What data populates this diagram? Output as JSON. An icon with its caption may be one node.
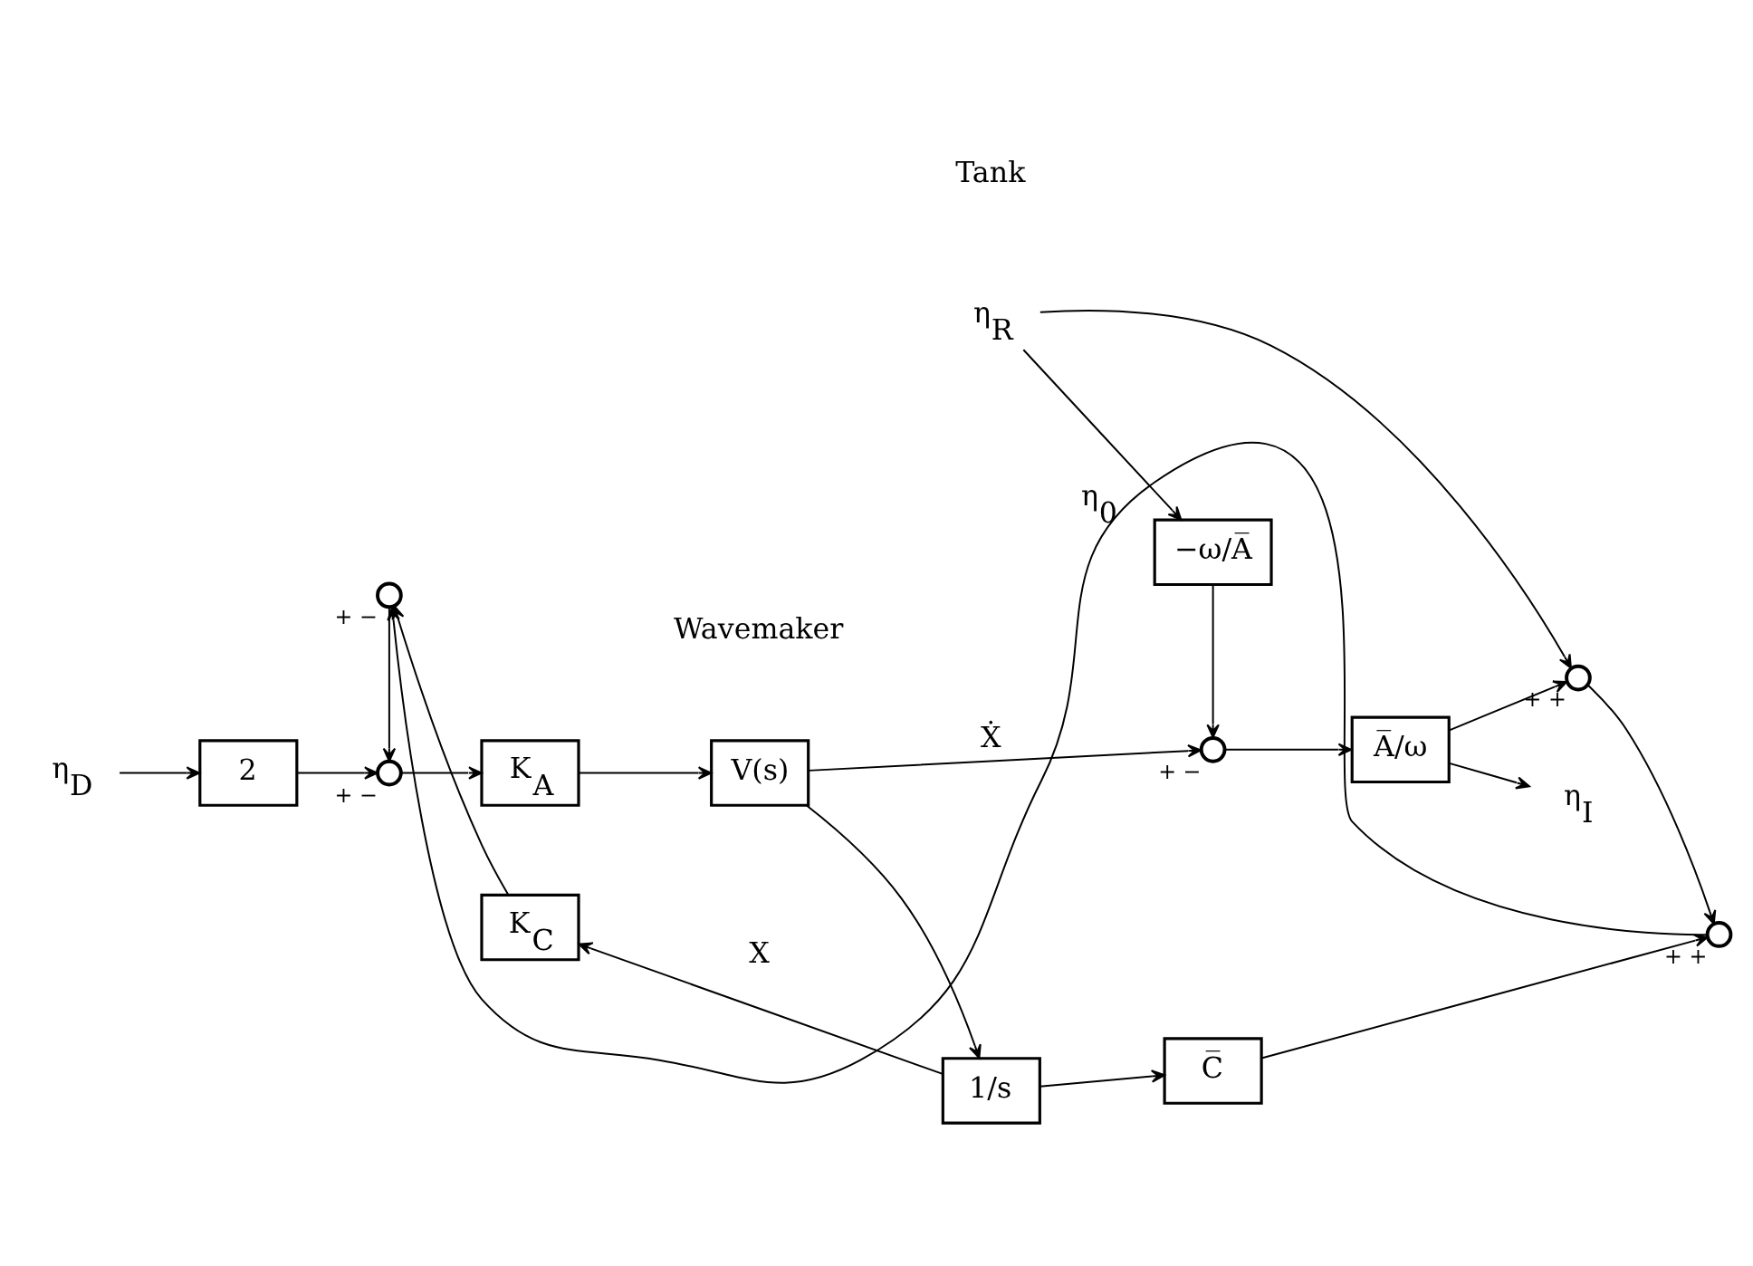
{
  "diagram": {
    "nodes": [
      {
        "text": [
          "η$_{D}$"
        ]
      },
      {
        "text": [
          "2"
        ]
      },
      {
        "text": [],
        "shape": "circle",
        "beside": [
          "+",
          "−"
        ]
      },
      {
        "text": [
          "K$_{A}$"
        ]
      },
      {
        "text": [
          "V(s)"
        ]
      },
      {
        "text": [],
        "shape": "circle",
        "beside": [
          "+",
          "−"
        ]
      },
      {
        "text": [
          "A̅/ω"
        ]
      },
      {
        "text": [
          "η$_{I}$"
        ]
      },
      {
        "text": [
          "1/s"
        ]
      },
      {
        "text": [
          "−ω/A̅"
        ]
      },
      {
        "text": [
          "η$_{R}$"
        ]
      },
      {
        "text": [],
        "shape": "circle",
        "beside": [
          "+",
          "+"
        ]
      },
      {
        "text": [],
        "shape": "circle",
        "beside": [
          "+",
          "−"
        ]
      },
      {
        "text": [
          "K$_{C}$"
        ]
      },
      {
        "text": [
          "C̅"
        ]
      },
      {
        "text": [],
        "shape": "circle",
        "beside": [
          "+",
          "+"
        ]
      }
    ],
    "edges": [
      {
        "from": 0,
        "to": 1,
        "arrow": "to"
      },
      {
        "from": 1,
        "to": 2,
        "arrow": "to"
      },
      {
        "from": 2,
        "to": 3,
        "arrow": "to"
      },
      {
        "from": 3,
        "to": 4,
        "arrow": "to"
      },
      {
        "from": 4,
        "to": 5,
        "arrow": "to",
        "label": "Ẋ"
      },
      {
        "from": 4,
        "to": 8,
        "arrow": "to"
      },
      {
        "from": 5,
        "to": 6,
        "arrow": "to"
      },
      {
        "from": 6,
        "to": 7,
        "arrow": "to"
      },
      {
        "from": 6,
        "to": 11,
        "arrow": "to"
      },
      {
        "from": 9,
        "to": 5,
        "arrow": "to"
      },
      {
        "from": 10,
        "to": 9,
        "arrow": "to"
      },
      {
        "from": 10,
        "to": 11,
        "arrow": "to"
      },
      {
        "from": 11,
        "to": 15,
        "arrow": "to"
      },
      {
        "from": 8,
        "to": 13,
        "arrow": "to",
        "label": "X"
      },
      {
        "from": 8,
        "to": 14,
        "arrow": "to"
      },
      {
        "from": 14,
        "to": 15,
        "arrow": "to"
      },
      {
        "from": 13,
        "to": 12,
        "arrow": "to"
      },
      {
        "from": 12,
        "to": 2,
        "arrow": "to"
      },
      {
        "from": 15,
        "to": 12,
        "arrow": "to",
        "label": "η$_{0}$"
      }
    ],
    "labels": [
      "Wavemaker",
      "Tank"
    ]
  }
}
